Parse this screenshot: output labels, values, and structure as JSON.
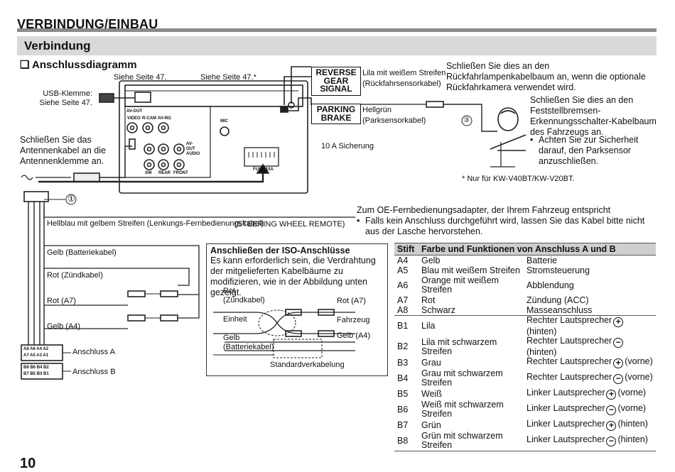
{
  "header": {
    "title": "VERBINDUNG/EINBAU",
    "section": "Verbindung",
    "subsection": "❑ Anschlussdiagramm"
  },
  "diagram": {
    "ref_page47": "Siehe Seite 47.",
    "ref_page47_star": "Siehe Seite 47.*",
    "usb_label": "USB-Klemme: Siehe Seite 47.",
    "antenna_note": "Schließen Sie das Antennenkabel an die Antennenklemme an.",
    "fuse_label": "10 A Sicherung",
    "callout_1": "①",
    "callout_3": "③",
    "reverse_signal": "REVERSE GEAR SIGNAL",
    "parking_brake": "PARKING BRAKE",
    "reverse_wire": "Lila mit weißem Streifen",
    "reverse_wire_sub": "(Rückfahrsensorkabel)",
    "reverse_note": "Schließen Sie dies an den Rückfahrlampenkabelbaum an, wenn die optionale Rückfahrkamera verwendet wird.",
    "parking_wire": "Hellgrün",
    "parking_wire_sub": "(Parksensorkabel)",
    "parking_note": "Schließen Sie dies an den Feststellbremsen-Erkennungsschalter-Kabelbaum des Fahrzeugs an.",
    "parking_bullet": "Achten Sie zur Sicherheit darauf, den Parksensor anzuschließen.",
    "footnote": "*   Nur für KW-V40BT/KW-V20BT.",
    "steering_wire": "Hellblau mit gelbem Streifen (Lenkungs-Fernbedienungskabel)",
    "steering_remote": "(STEERING WHEEL REMOTE)",
    "oe_note": "Zum OE-Fernbedienungsadapter, der Ihrem Fahrzeug entspricht",
    "oe_bullet": "Falls kein Anschluss durchgeführt wird, lassen Sie das Kabel bitte nicht aus der Lasche hervorstehen.",
    "wire_yellow_batt": "Gelb (Batteriekabel)",
    "wire_red_ign": "Rot (Zündkabel)",
    "wire_red_a7": "Rot (A7)",
    "wire_yellow_a4": "Gelb (A4)",
    "conn_a": "Anschluss A",
    "conn_b": "Anschluss B",
    "conn_a_pins": [
      "A8",
      "A6",
      "A4",
      "A2",
      "A7",
      "A5",
      "A3",
      "A1"
    ],
    "conn_b_pins": [
      "B8",
      "B6",
      "B4",
      "B2",
      "B7",
      "B5",
      "B3",
      "B1"
    ],
    "unit_labels": {
      "avout": "AV-OUT",
      "video": "VIDEO",
      "rcam": "R-CAM",
      "avin": "AV-IN1",
      "mic": "MIC",
      "fuse": "FUSE 10A",
      "sw": "SW",
      "rear": "REAR",
      "front": "FRONT",
      "audio_out": "AV-OUT AUDIO"
    }
  },
  "iso": {
    "title": "Anschließen der ISO-Anschlüsse",
    "desc": "Es kann erforderlich sein, die Verdrahtung der mitgelieferten Kabelbäume zu modifizieren, wie in der Abbildung unten gezeigt.",
    "rot_zuend": "Rot (Zündkabel)",
    "einheit": "Einheit",
    "gelb_batt": "Gelb (Batteriekabel)",
    "rot_a7": "Rot (A7)",
    "fahrzeug": "Fahrzeug",
    "gelb_a4": "Gelb (A4)",
    "standard": "Standardverkabelung"
  },
  "table": {
    "headers": [
      "Stift",
      "Farbe und Funktionen von Anschluss A und B"
    ],
    "rows": [
      {
        "pin": "A4",
        "color": "Gelb",
        "func": "Batterie"
      },
      {
        "pin": "A5",
        "color": "Blau mit weißem Streifen",
        "func": "Stromsteuerung"
      },
      {
        "pin": "A6",
        "color": "Orange mit weißem Streifen",
        "func": "Abblendung"
      },
      {
        "pin": "A7",
        "color": "Rot",
        "func": "Zündung (ACC)"
      },
      {
        "pin": "A8",
        "color": "Schwarz",
        "func": "Masseanschluss"
      },
      {
        "pin": "B1",
        "color": "Lila",
        "func": "Rechter Lautsprecher",
        "sym": "+",
        "pos": "(hinten)"
      },
      {
        "pin": "B2",
        "color": "Lila mit schwarzem Streifen",
        "func": "Rechter Lautsprecher",
        "sym": "−",
        "pos": "(hinten)"
      },
      {
        "pin": "B3",
        "color": "Grau",
        "func": "Rechter Lautsprecher",
        "sym": "+",
        "pos": "(vorne)"
      },
      {
        "pin": "B4",
        "color": "Grau mit schwarzem Streifen",
        "func": "Rechter Lautsprecher",
        "sym": "−",
        "pos": "(vorne)"
      },
      {
        "pin": "B5",
        "color": "Weiß",
        "func": "Linker Lautsprecher",
        "sym": "+",
        "pos": "(vorne)"
      },
      {
        "pin": "B6",
        "color": "Weiß mit schwarzem Streifen",
        "func": "Linker Lautsprecher",
        "sym": "−",
        "pos": "(vorne)"
      },
      {
        "pin": "B7",
        "color": "Grün",
        "func": "Linker Lautsprecher",
        "sym": "+",
        "pos": "(hinten)"
      },
      {
        "pin": "B8",
        "color": "Grün mit schwarzem Streifen",
        "func": "Linker Lautsprecher",
        "sym": "−",
        "pos": "(hinten)"
      }
    ]
  },
  "footer": {
    "page_number": "10"
  }
}
